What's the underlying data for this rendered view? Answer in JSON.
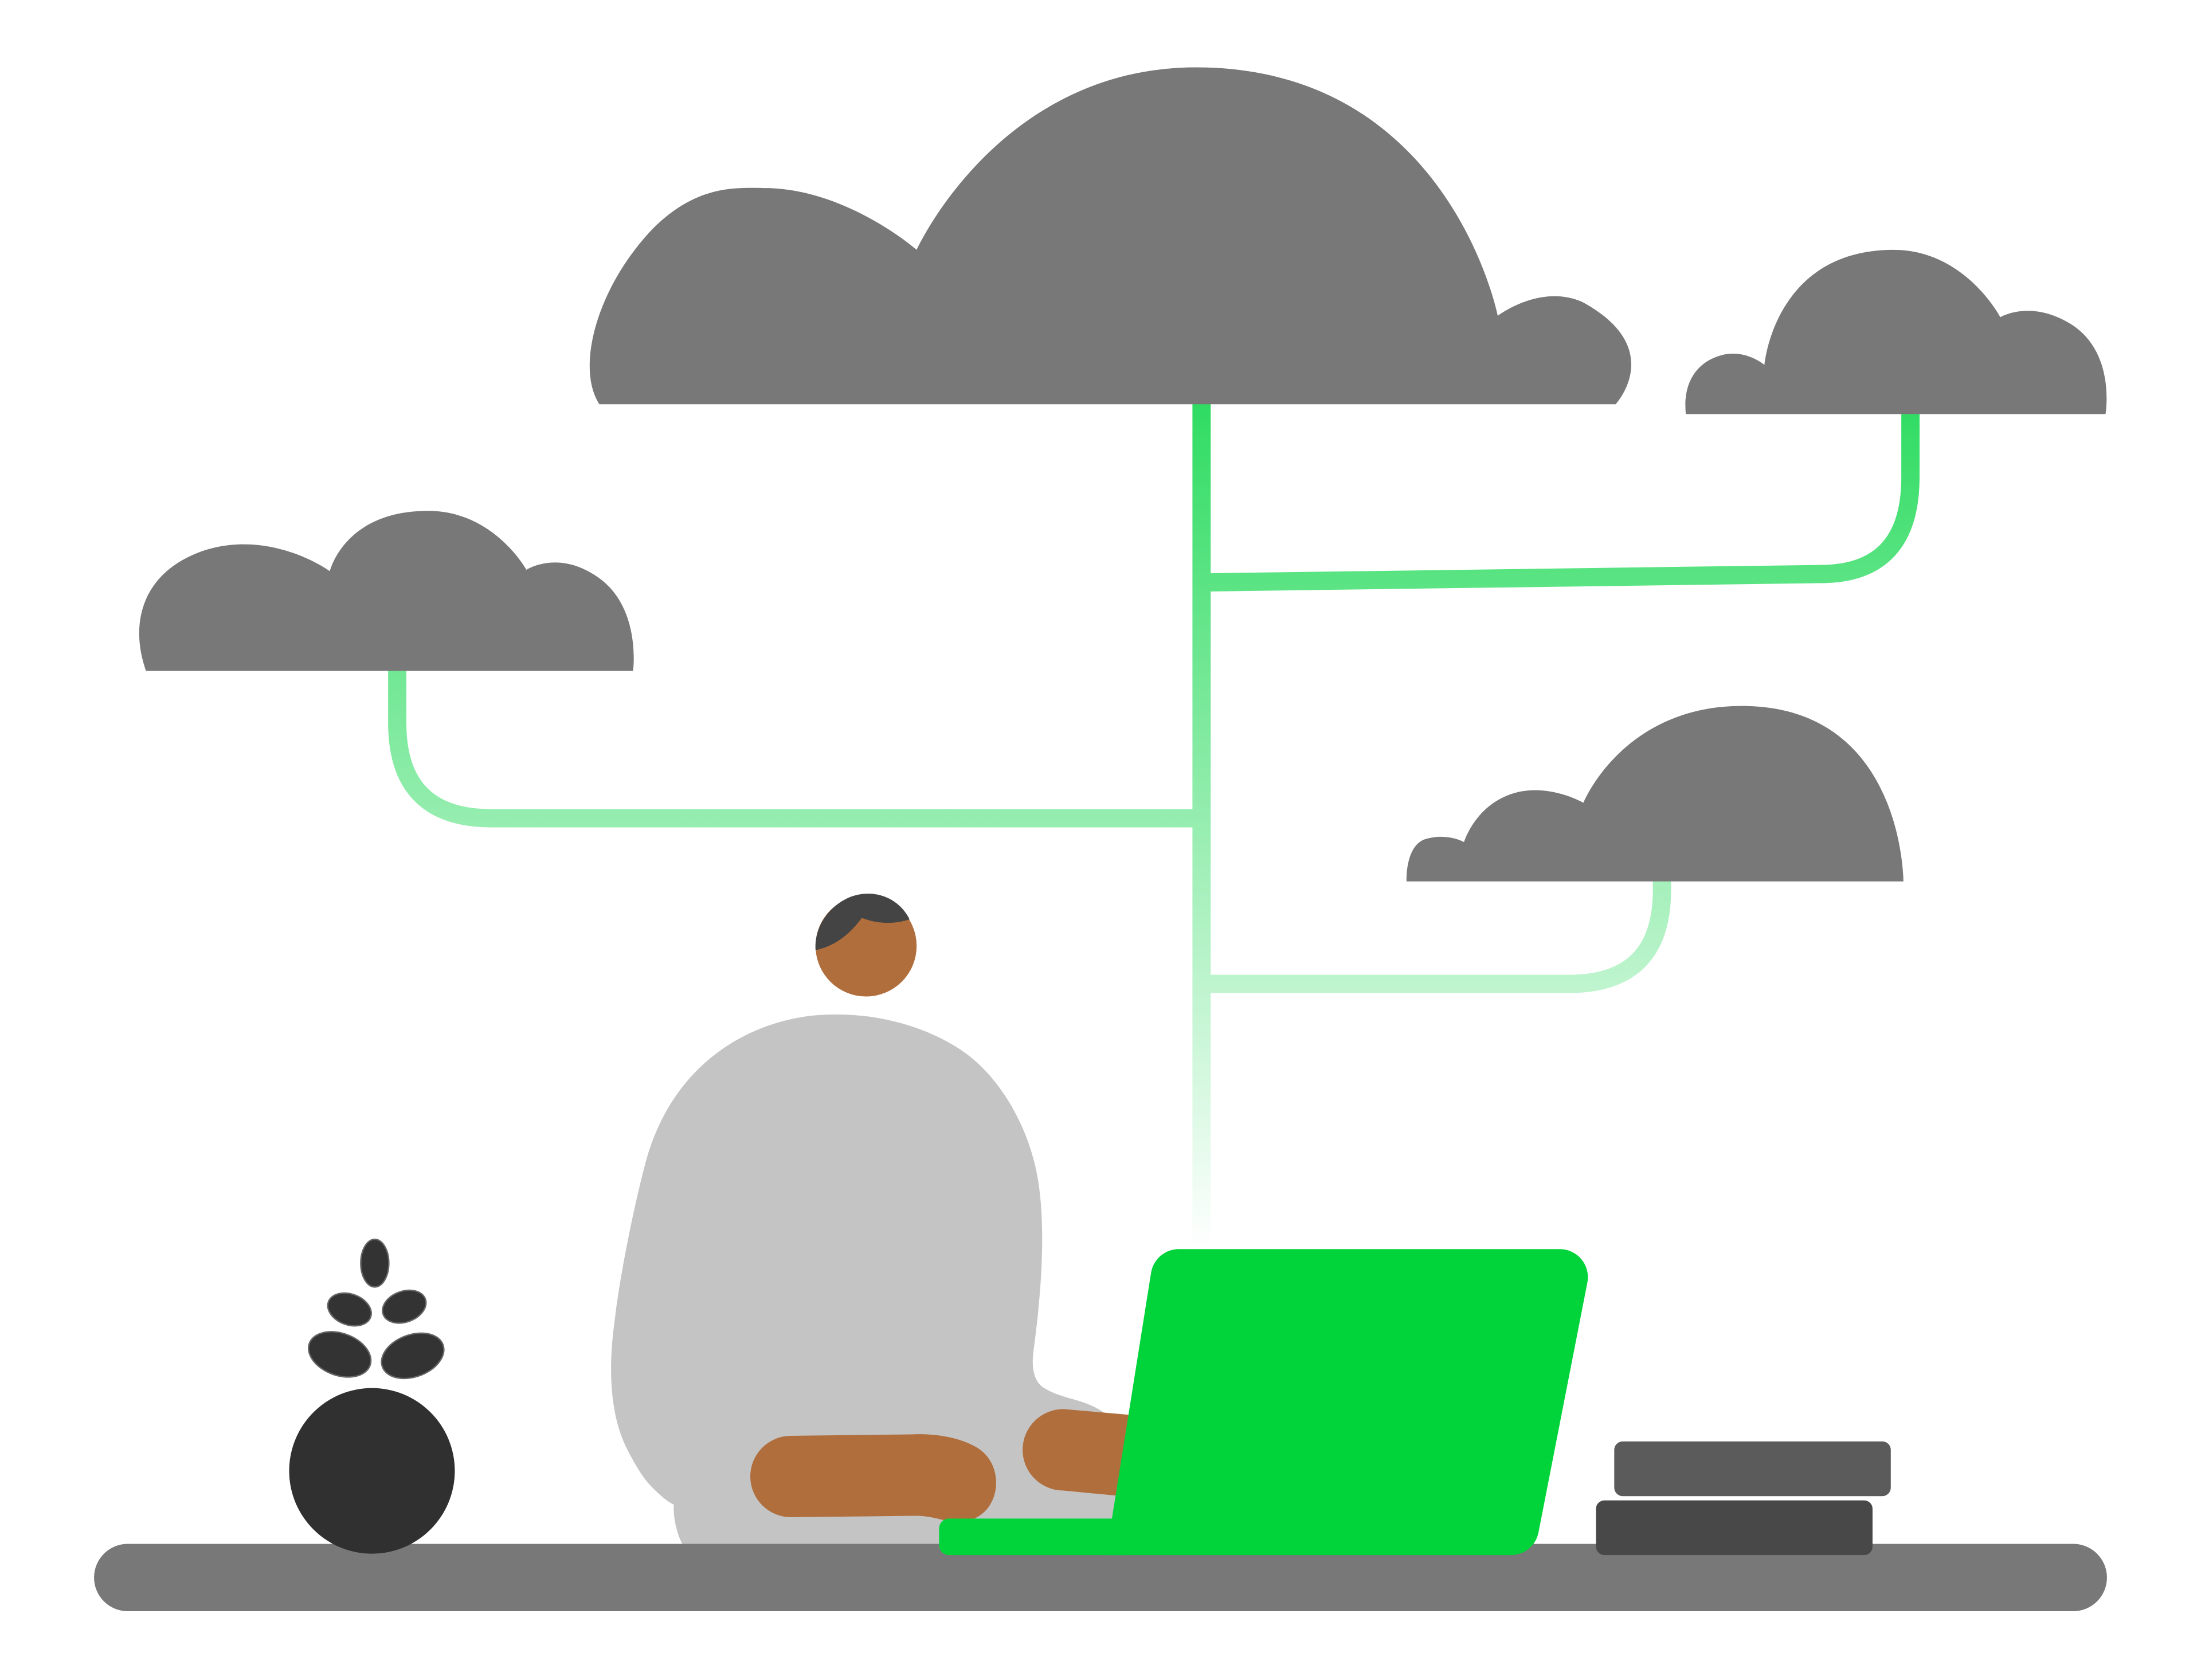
{
  "illustration": {
    "subject": "person-at-laptop-with-cloud-network",
    "colors": {
      "background": "#ffffff",
      "cloud": "#787878",
      "desk": "#787878",
      "laptop": "#00d43a",
      "network_line_top": "#2fdc62",
      "network_line_bottom": "#ffffff",
      "skin": "#b06e3c",
      "hair": "#444444",
      "body": "#c4c4c4",
      "plant_pot": "#303030",
      "plant_leaves": "#333333",
      "book_top": "#5b5b5b",
      "book_bottom": "#484848"
    },
    "clouds": [
      {
        "name": "cloud-large-center"
      },
      {
        "name": "cloud-right-top"
      },
      {
        "name": "cloud-left"
      },
      {
        "name": "cloud-right-middle"
      }
    ],
    "icons": [
      "cloud-icon",
      "person-icon",
      "laptop-icon",
      "plant-icon",
      "books-icon",
      "desk-icon"
    ]
  }
}
